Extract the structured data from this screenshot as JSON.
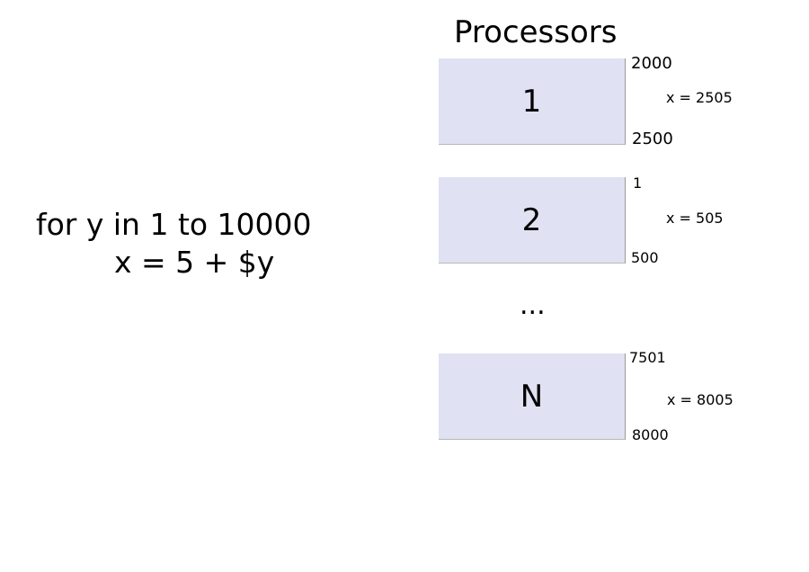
{
  "code": {
    "line1": "for y in 1 to 10000",
    "line2": "x = 5 + $y"
  },
  "processors": {
    "title": "Processors",
    "ellipsis": "...",
    "items": [
      {
        "label": "1",
        "range_start": "2000",
        "range_end": "2500",
        "result": "x = 2505"
      },
      {
        "label": "2",
        "range_start": "1",
        "range_end": "500",
        "result": "x = 505"
      },
      {
        "label": "N",
        "range_start": "7501",
        "range_end": "8000",
        "result": "x = 8005"
      }
    ]
  },
  "colors": {
    "box_fill": "#e0e2f3",
    "box_edge": "#9a9a9a",
    "text": "#000000"
  }
}
